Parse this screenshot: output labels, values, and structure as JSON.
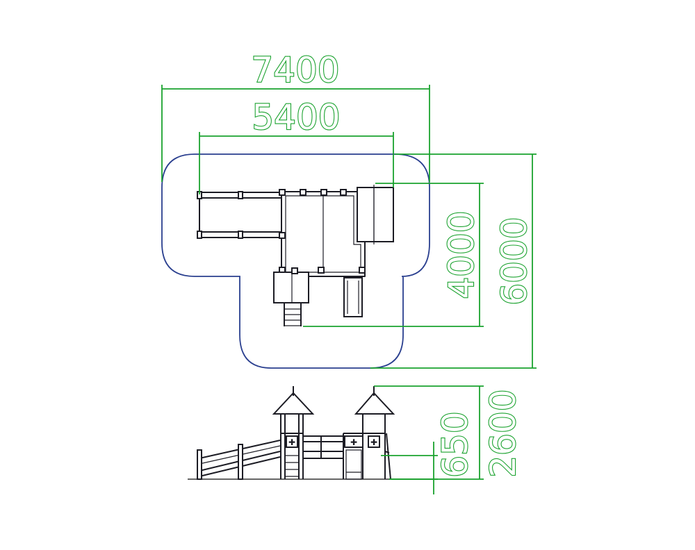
{
  "dimensions": {
    "overall_width": "7400",
    "inner_width": "5400",
    "overall_depth": "6000",
    "inner_depth": "4000",
    "total_height": "2600",
    "platform_height": "650"
  },
  "colors": {
    "dimension_lines": "#1aa22e",
    "safety_zone": "#2a3f8f",
    "equipment": "#1c1c24"
  }
}
